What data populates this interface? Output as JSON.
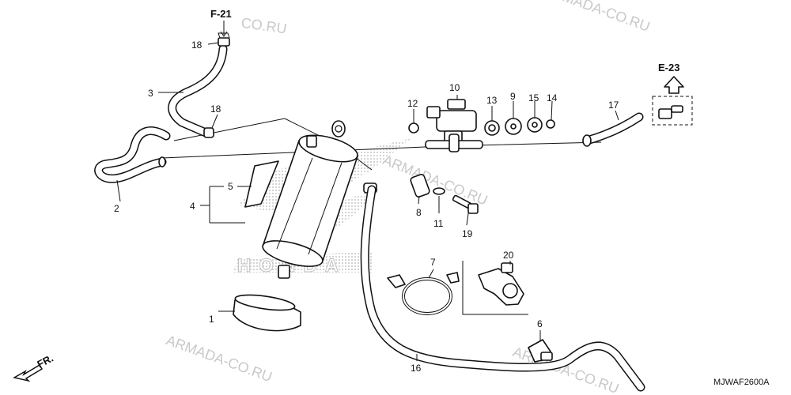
{
  "diagram": {
    "drawing_code": "MJWAF2600A",
    "watermark": "ARMADA-CO.RU",
    "watermark_partial": "CO.RU",
    "logo_text": "HONDA",
    "references": {
      "top_left": "F-21",
      "top_right": "E-23",
      "front": "FR."
    },
    "callouts": [
      {
        "id": "1",
        "label": "1"
      },
      {
        "id": "2",
        "label": "2"
      },
      {
        "id": "3",
        "label": "3"
      },
      {
        "id": "4",
        "label": "4"
      },
      {
        "id": "5",
        "label": "5"
      },
      {
        "id": "6",
        "label": "6"
      },
      {
        "id": "7",
        "label": "7"
      },
      {
        "id": "8",
        "label": "8"
      },
      {
        "id": "9",
        "label": "9"
      },
      {
        "id": "10",
        "label": "10"
      },
      {
        "id": "11",
        "label": "11"
      },
      {
        "id": "12",
        "label": "12"
      },
      {
        "id": "13",
        "label": "13"
      },
      {
        "id": "14",
        "label": "14"
      },
      {
        "id": "15",
        "label": "15"
      },
      {
        "id": "16",
        "label": "16"
      },
      {
        "id": "17",
        "label": "17"
      },
      {
        "id": "18a",
        "label": "18"
      },
      {
        "id": "18b",
        "label": "18"
      },
      {
        "id": "19",
        "label": "19"
      },
      {
        "id": "20",
        "label": "20"
      }
    ]
  }
}
